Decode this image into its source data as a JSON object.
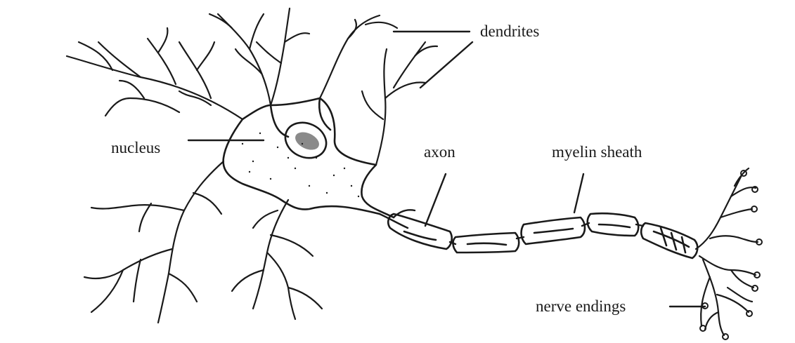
{
  "diagram": {
    "labels": {
      "dendrites": "dendrites",
      "nucleus": "nucleus",
      "axon": "axon",
      "myelin_sheath": "myelin sheath",
      "nerve_endings": "nerve endings"
    }
  }
}
